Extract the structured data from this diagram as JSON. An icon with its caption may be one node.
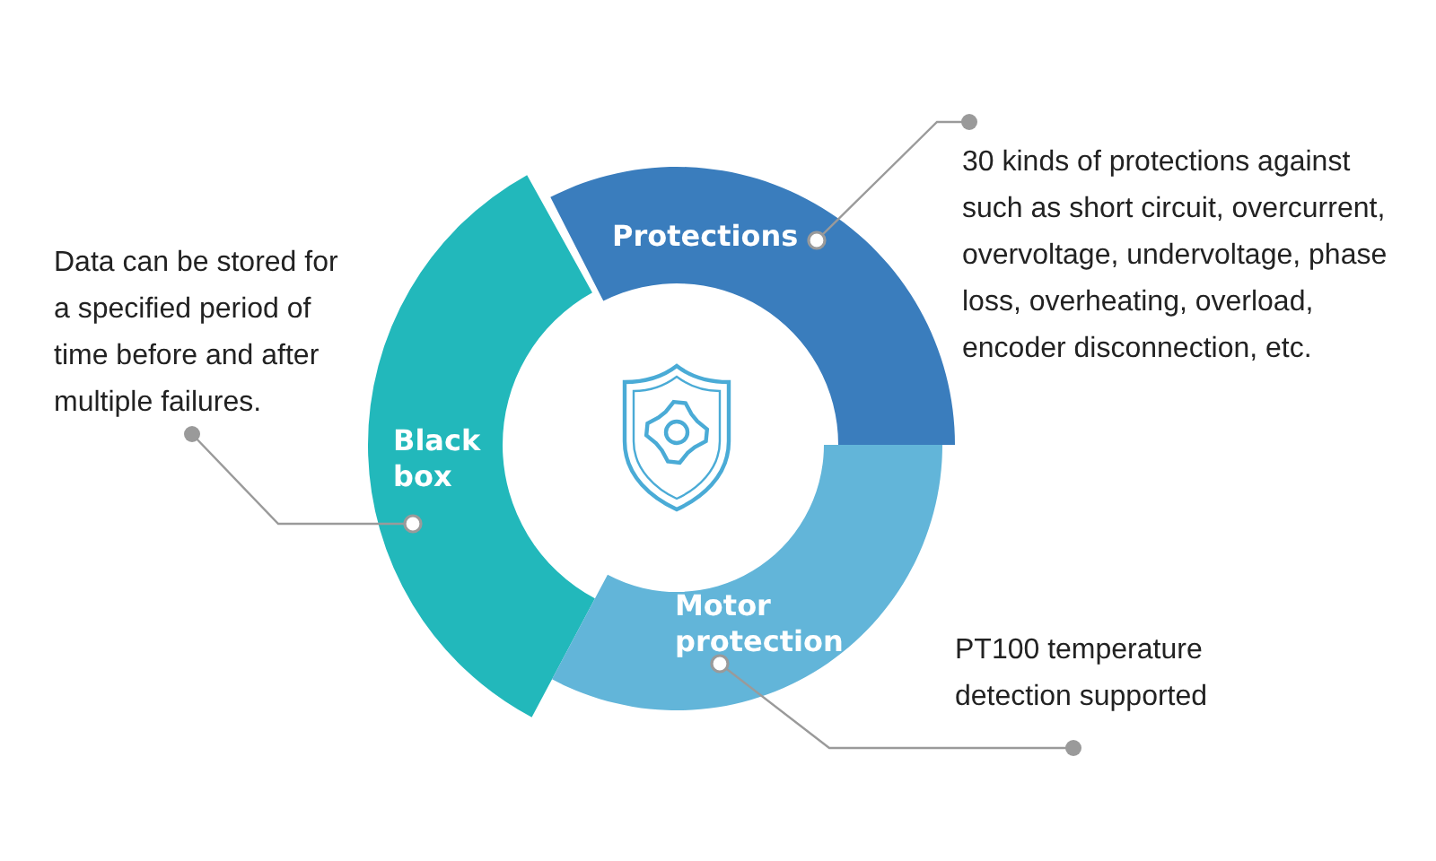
{
  "diagram": {
    "nodes": [
      {
        "text": [
          "Protections"
        ]
      },
      {
        "text": [
          "Motor protection"
        ]
      },
      {
        "text": [
          "Black box"
        ]
      },
      {
        "text": [
          "30 kinds of protections against such as short circuit, overcurrent, overvoltage, undervoltage, phase loss, overheating, overload, encoder disconnection, etc."
        ]
      },
      {
        "text": [
          "PT100 temperature detection supported"
        ]
      },
      {
        "text": [
          "Data can be stored for a specified period of time before and after multiple failures."
        ]
      }
    ],
    "edges": [
      {
        "from": 3,
        "to": 0,
        "arrow": "other"
      },
      {
        "from": 4,
        "to": 1,
        "arrow": "other"
      },
      {
        "from": 5,
        "to": 2,
        "arrow": "other"
      }
    ]
  }
}
